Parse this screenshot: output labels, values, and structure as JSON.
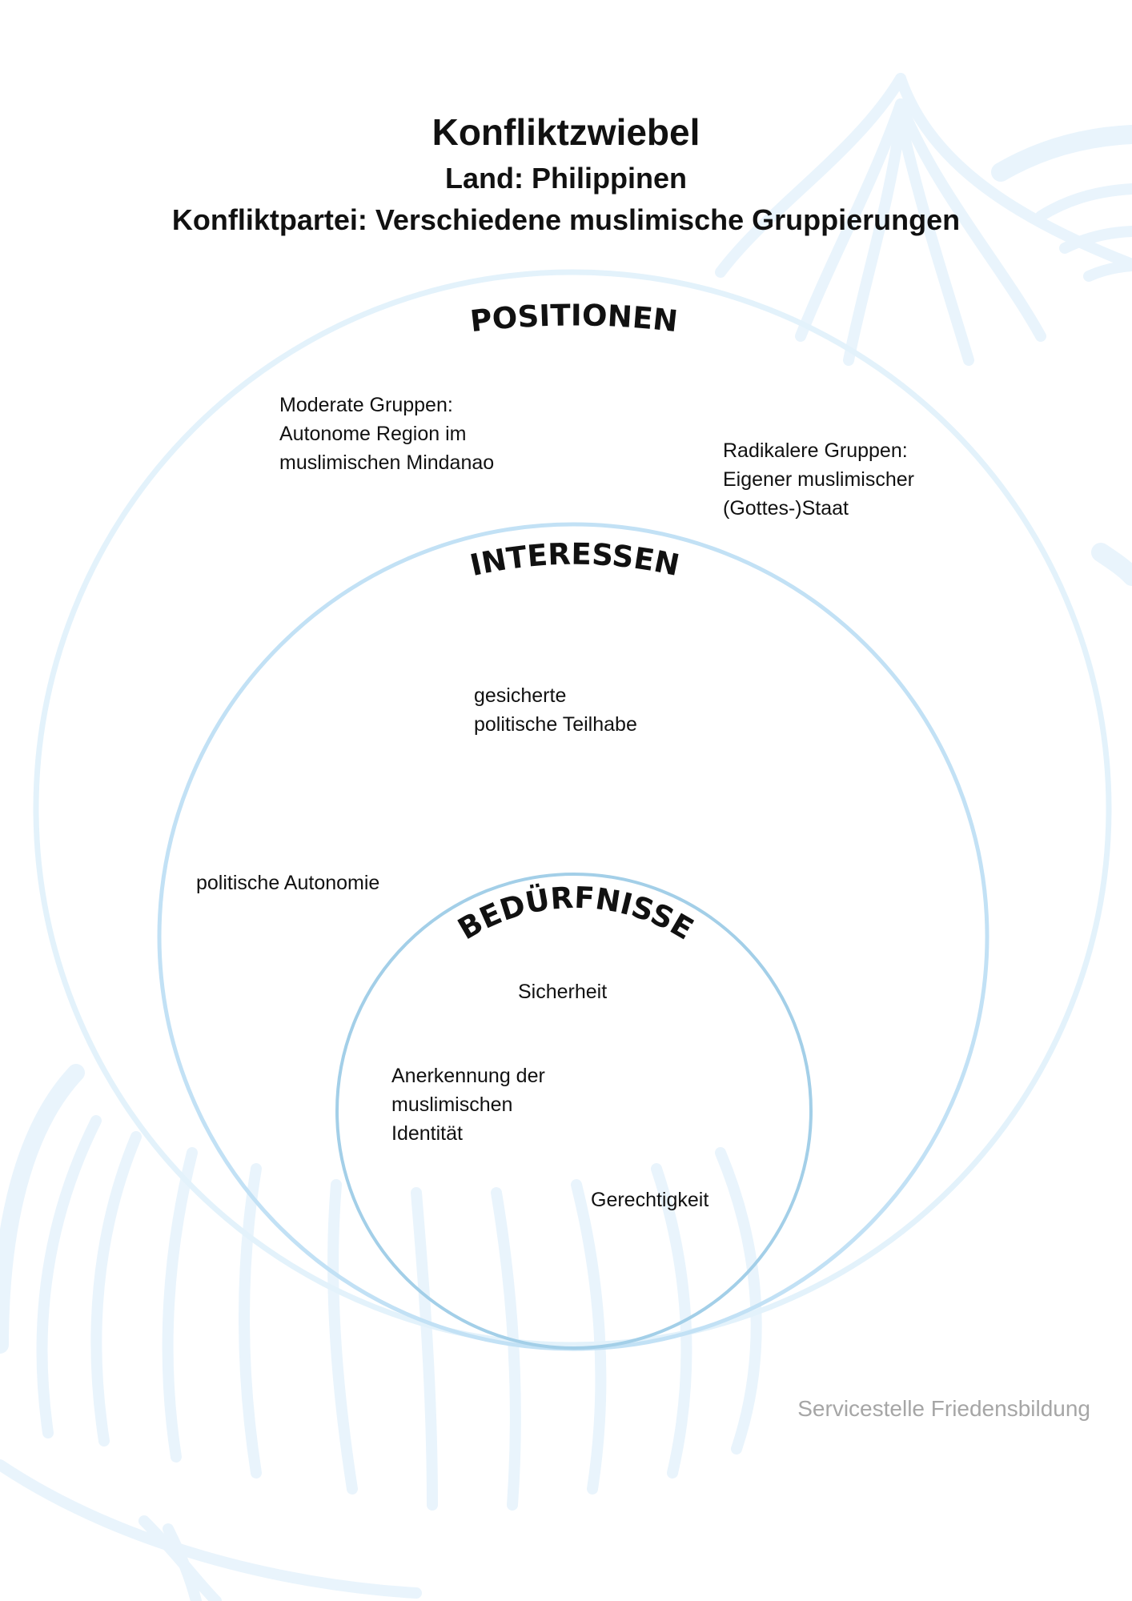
{
  "title": "Konfliktzwiebel",
  "country_line": "Land: Philippinen",
  "party_line": "Konfliktpartei: Verschiedene muslimische Gruppierungen",
  "rings": {
    "outer": {
      "heading": "POSITIONEN"
    },
    "middle": {
      "heading": "INTERESSEN"
    },
    "inner": {
      "heading": "BEDÜRFNISSE"
    }
  },
  "positions": {
    "moderate": [
      "Moderate Gruppen:",
      "Autonome Region im",
      "muslimischen Mindanao"
    ],
    "radical": [
      "Radikalere Gruppen:",
      "Eigener muslimischer",
      "(Gottes-)Staat"
    ]
  },
  "interests": {
    "participation": [
      "gesicherte",
      "politische Teilhabe"
    ],
    "autonomy": "politische Autonomie"
  },
  "needs": {
    "security": "Sicherheit",
    "identity": [
      "Anerkennung der",
      "muslimischen",
      "Identität"
    ],
    "justice": "Gerechtigkeit"
  },
  "footer": "Servicestelle Friedensbildung",
  "colors": {
    "ring_outer": "#e3f2fb",
    "ring_middle": "#c2e1f5",
    "ring_inner": "#a3cfe8",
    "onion_watermark": "#e9f4fc",
    "footer_text": "#a6a6a6"
  }
}
